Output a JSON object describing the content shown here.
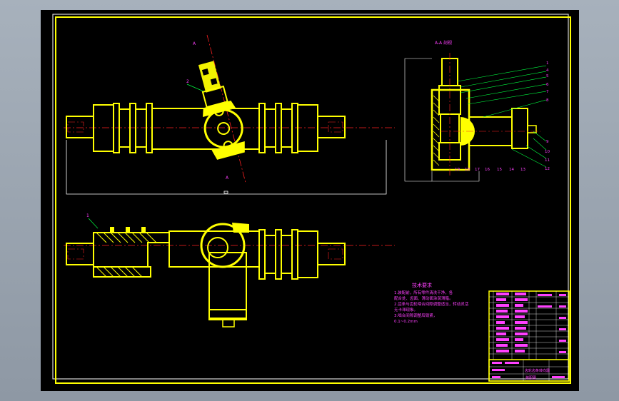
{
  "section_label": "A-A 剖视",
  "cut_marks": [
    "A",
    "A"
  ],
  "part_callouts_top": [
    "2"
  ],
  "part_callouts_bottom": [
    "1"
  ],
  "section_callouts_right": [
    "1",
    "4",
    "5",
    "6",
    "7",
    "8",
    "9",
    "10",
    "11",
    "12"
  ],
  "section_callouts_bottom": [
    "19",
    "18",
    "17",
    "16",
    "15",
    "14",
    "13"
  ],
  "tech_req": {
    "title": "技术要求",
    "lines": [
      "1.装配前，所有零件清洗干净，各",
      "  配合处、齿面、滑动面涂润滑脂。",
      "2.齿条与齿轮啮合间隙调整适当，转动灵活",
      "  无卡滞现象。",
      "3.啮合间隙调整后锁紧，",
      "  0.1~0.2mm"
    ]
  },
  "title_block": {
    "name": "齿轮齿条转向器",
    "sheet_no": "装配图"
  }
}
